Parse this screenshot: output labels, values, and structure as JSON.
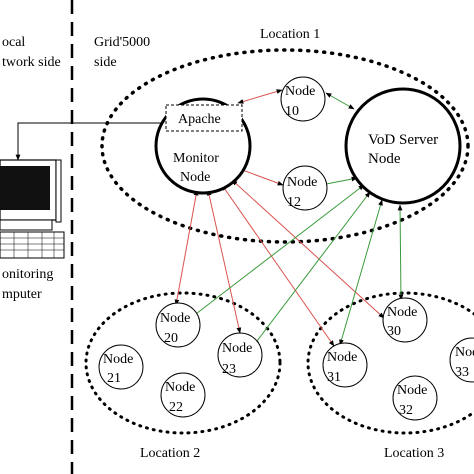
{
  "sides": {
    "local_line1": "ocal",
    "local_line2": "twork side",
    "grid_line1": "Grid'5000",
    "grid_line2": "side"
  },
  "locations": {
    "loc1": "Location 1",
    "loc2": "Location 2",
    "loc3": "Location 3"
  },
  "apache": "Apache",
  "monitor_node": {
    "line1": "Monitor",
    "line2": "Node"
  },
  "vod_server": {
    "line1": "VoD Server",
    "line2": "Node"
  },
  "monitoring_computer": {
    "line1": "onitoring",
    "line2": "mputer"
  },
  "nodes": {
    "n10": {
      "label": "Node",
      "num": "10"
    },
    "n12": {
      "label": "Node",
      "num": "12"
    },
    "n20": {
      "label": "Node",
      "num": "20"
    },
    "n21": {
      "label": "Node",
      "num": "21"
    },
    "n22": {
      "label": "Node",
      "num": "22"
    },
    "n23": {
      "label": "Node",
      "num": "23"
    },
    "n30": {
      "label": "Node",
      "num": "30"
    },
    "n31": {
      "label": "Node",
      "num": "31"
    },
    "n32": {
      "label": "Node",
      "num": "32"
    },
    "n33": {
      "label": "Node",
      "num": "33"
    }
  },
  "colors": {
    "monitor_links": "#d9534f",
    "vod_links": "#3a9a3a",
    "local_links": "#000000"
  },
  "icons": [
    "computer-monitor-icon",
    "keyboard-icon"
  ]
}
